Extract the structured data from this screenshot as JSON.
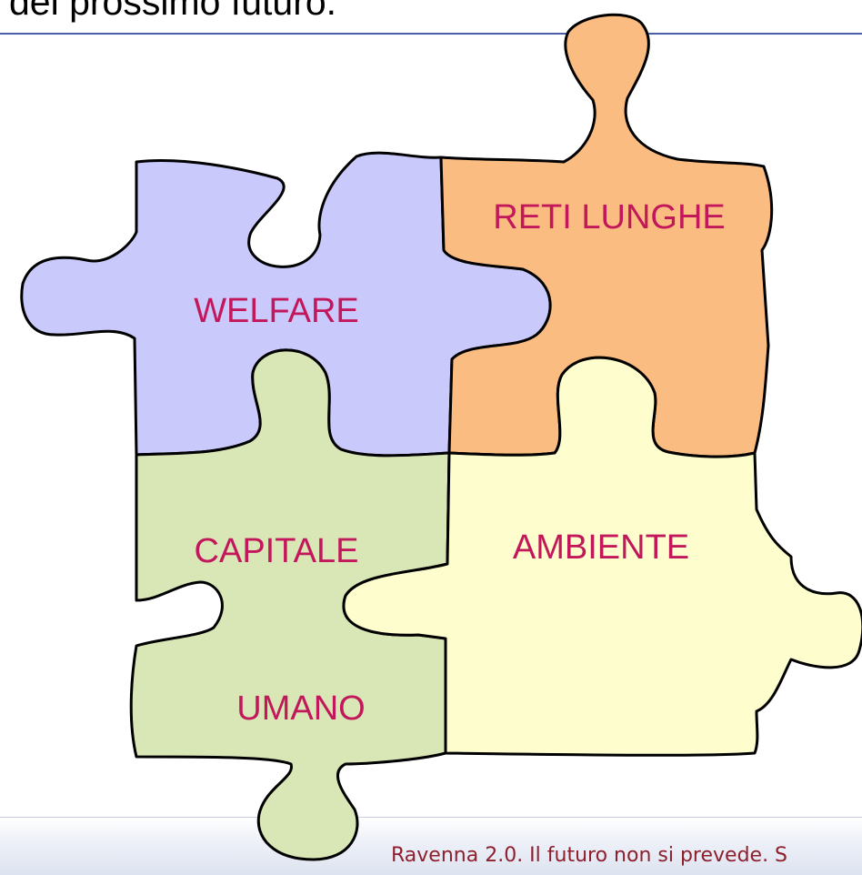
{
  "slide": {
    "title": "del prossimo futuro.",
    "footer": "Ravenna 2.0. Il futuro non si prevede. S"
  },
  "pieces": [
    {
      "id": "welfare",
      "label": "WELFARE",
      "color": "#c9c9fb"
    },
    {
      "id": "reti-lunghe",
      "label": "RETI LUNGHE",
      "color": "#fbbc81"
    },
    {
      "id": "capitale-umano",
      "label_line1": "CAPITALE",
      "label_line2": "UMANO",
      "color": "#d8e7b5"
    },
    {
      "id": "ambiente",
      "label": "AMBIENTE",
      "color": "#fdfdcd"
    }
  ],
  "colors": {
    "label_text": "#c2185b",
    "outline": "#000000",
    "rule": "#4a5fa8",
    "footer_text": "#8e1f2c"
  }
}
